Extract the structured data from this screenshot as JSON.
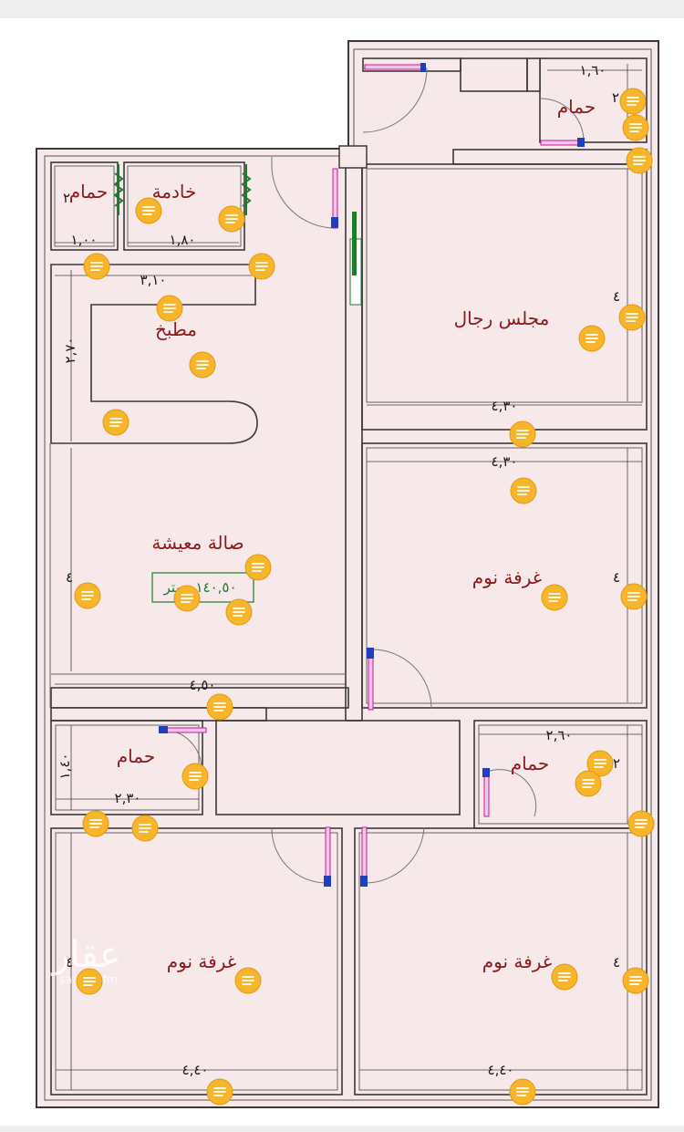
{
  "rooms": {
    "bath_top_right": "حمام",
    "maid": "خادمة",
    "bath_maid": "حمام",
    "kitchen": "مطبخ",
    "majlis": "مجلس رجال",
    "living": "صالة معيشة",
    "bedroom_right_mid": "غرفة نوم",
    "bath_left_mid": "حمام",
    "bath_right_mid": "حمام",
    "bedroom_bottom_left": "غرفة نوم",
    "bedroom_bottom_right": "غرفة نوم"
  },
  "area": {
    "value": "١٤٠,٥٠",
    "unit": "متر"
  },
  "dimensions": {
    "bath_tr_width": "١,٦٠",
    "bath_tr_height": "٢",
    "bath_maid_width": "١,٠٠",
    "bath_maid_height": "٢",
    "maid_width": "١,٨٠",
    "kitchen_width": "٣,١٠",
    "kitchen_height": "٢,٧٠",
    "majlis_width": "٤,٣٠",
    "majlis_height": "٤",
    "bed_mid_width": "٤,٣٠",
    "bed_mid_height": "٤",
    "living_width": "٤,٥٠",
    "living_height": "٤",
    "bath_lm_width": "٢,٣٠",
    "bath_lm_height": "١,٤٠",
    "bath_rm_width": "٢,٦٠",
    "bath_rm_height": "٢",
    "bed_bl_width": "٤,٤٠",
    "bed_bl_height": "٤",
    "bed_br_width": "٤,٤٠",
    "bed_br_height": "٤"
  },
  "watermark": {
    "arabic": "عقار",
    "latin": "sa.aqar.fm"
  },
  "colors": {
    "floor": "#f7e8ea",
    "wall": "#3a3a3a",
    "label": "#8b1a1a",
    "door_frame": "#c21e9a",
    "door_accent": "#1f3fbf",
    "note_marker": "#f7b52c",
    "area_box": "#1f7a2e"
  },
  "icons": {
    "note_marker": "note-icon"
  }
}
